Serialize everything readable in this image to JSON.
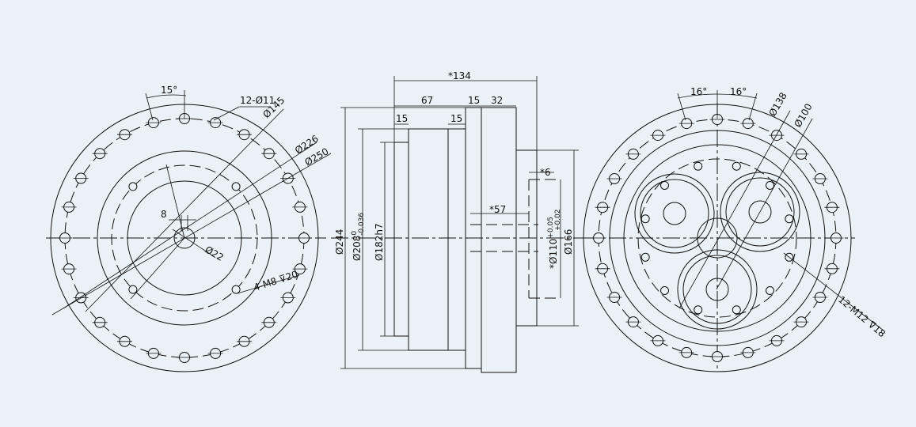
{
  "left_view": {
    "angle": "15°",
    "holes_callout": "12-Ø11",
    "d145": "Ø145",
    "d226": "Ø226",
    "d250": "Ø250",
    "keyway": "8",
    "bore": "Ø22",
    "tapped": "4-M8",
    "tapped_depth": "20"
  },
  "side_view": {
    "overall": "134",
    "len67": "67",
    "len15a": "15",
    "len32": "32",
    "len15b": "15",
    "len15c": "15",
    "len6": "6",
    "len57": "57",
    "d244": "Ø244",
    "d208": "Ø208",
    "d208_upper": "0",
    "d208_lower": "-0.036",
    "d182": "Ø182h7",
    "d110": "Ø110",
    "d110_upper": "+0.05",
    "d110_lower": "+0.02",
    "d166": "Ø166",
    "star": "*"
  },
  "right_view": {
    "angle_a": "16°",
    "angle_b": "16°",
    "d138": "Ø138",
    "d100": "Ø100",
    "tapped": "12-M12",
    "tapped_depth": "18"
  }
}
